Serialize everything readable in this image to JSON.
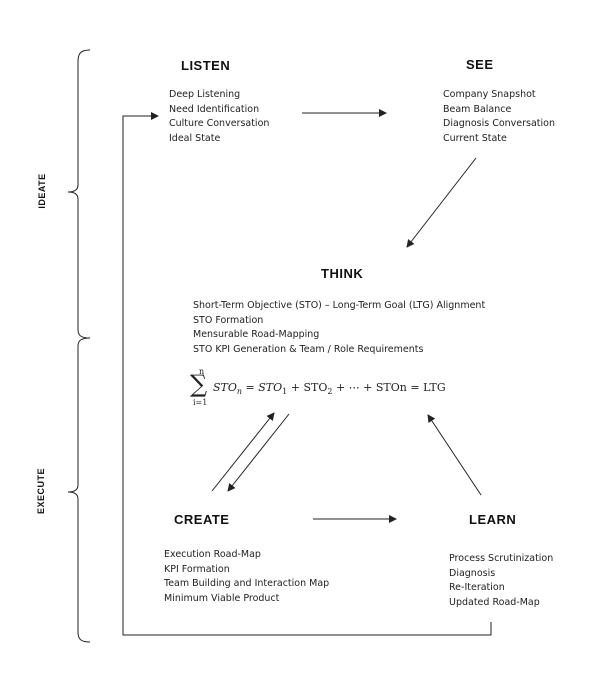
{
  "side_labels": {
    "ideate": "IDEATE",
    "execute": "EXECUTE"
  },
  "listen": {
    "title": "LISTEN",
    "items": [
      "Deep Listening",
      "Need Identification",
      "Culture Conversation",
      "Ideal State"
    ]
  },
  "see": {
    "title": "SEE",
    "items": [
      "Company Snapshot",
      "Beam Balance",
      "Diagnosis Conversation",
      "Current State"
    ]
  },
  "think": {
    "title": "THINK",
    "items": [
      "Short-Term Objective (STO) – Long-Term Goal (LTG) Alignment",
      "STO Formation",
      "Mensurable Road-Mapping",
      "STO KPI Generation & Team / Role Requirements"
    ]
  },
  "formula": {
    "sum_upper": "n",
    "sum_lower": "i=1",
    "sigma": "∑",
    "term": "STO",
    "term_sub": "n",
    "eq": "=",
    "t1": "STO",
    "t1_sub": "1",
    "plus1": "+",
    "t2": "STO",
    "t2_sub": "2",
    "plus2": "+",
    "dots": "⋯",
    "plus3": "+",
    "tn": "STOn",
    "eq2": "=",
    "ltg": "LTG"
  },
  "create": {
    "title": "CREATE",
    "items": [
      "Execution Road-Map",
      "KPI Formation",
      "Team Building and Interaction Map",
      "Minimum Viable Product"
    ]
  },
  "learn": {
    "title": "LEARN",
    "items": [
      "Process Scrutinization",
      "Diagnosis",
      "Re-Iteration",
      "Updated Road-Map"
    ]
  }
}
